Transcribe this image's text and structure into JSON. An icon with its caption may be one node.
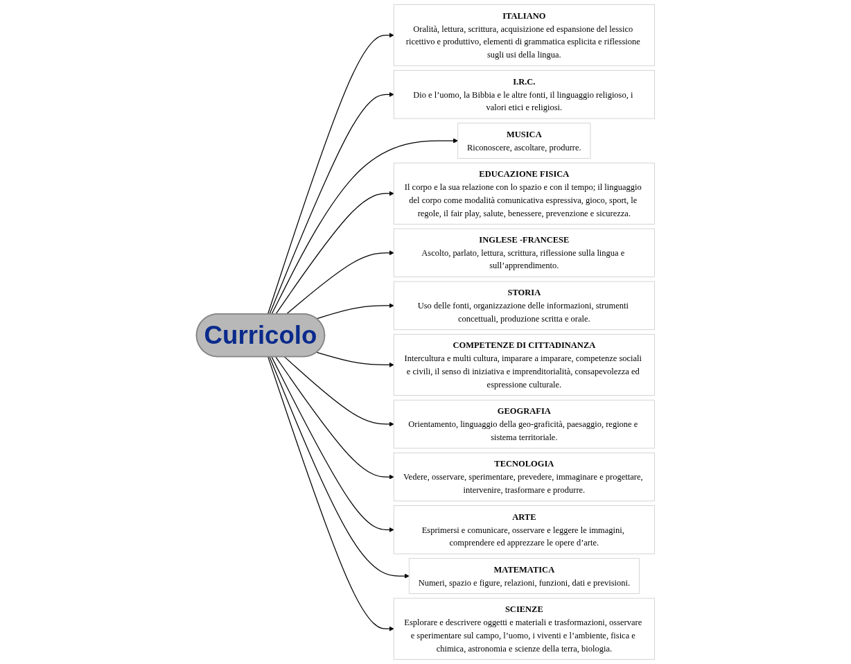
{
  "diagram": {
    "nodes": [
      {
        "text": [
          "Curricolo"
        ]
      },
      {
        "text": [
          "ITALIANO",
          "Oralità, lettura, scrittura, acquisizione ed espansione del lessico ricettivo e produttivo, elementi di grammatica esplicita e riflessione sugli usi della lingua."
        ]
      },
      {
        "text": [
          "I.R.C.",
          "Dio e l’uomo, la Bibbia e le altre fonti, il linguaggio religioso, i valori etici e religiosi."
        ]
      },
      {
        "text": [
          "MUSICA",
          "Riconoscere, ascoltare, produrre."
        ]
      },
      {
        "text": [
          "EDUCAZIONE FISICA",
          "Il corpo e la sua relazione con lo spazio e con il tempo; il linguaggio del corpo come modalità comunicativa espressiva, gioco, sport, le regole, il fair play, salute, benessere, prevenzione e sicurezza."
        ]
      },
      {
        "text": [
          "INGLESE -FRANCESE",
          "Ascolto, parlato, lettura, scrittura, riflessione sulla lingua e sull’apprendimento."
        ]
      },
      {
        "text": [
          "STORIA",
          "Uso delle fonti, organizzazione delle informazioni, strumenti concettuali, produzione scritta e orale."
        ]
      },
      {
        "text": [
          "COMPETENZE DI CITTADINANZA",
          "Intercultura e multi cultura, imparare a imparare, competenze sociali e civili, il senso di iniziativa e imprenditorialità, consapevolezza ed espressione culturale."
        ]
      },
      {
        "text": [
          "GEOGRAFIA",
          "Orientamento, linguaggio della geo-graficità, paesaggio, regione e sistema territoriale."
        ]
      },
      {
        "text": [
          "TECNOLOGIA",
          "Vedere, osservare, sperimentare, prevedere, immaginare e progettare, intervenire, trasformare e produrre."
        ]
      },
      {
        "text": [
          "ARTE",
          "Esprimersi e comunicare, osservare e leggere le immagini, comprendere ed apprezzare le opere d’arte."
        ]
      },
      {
        "text": [
          "MATEMATICA",
          "Numeri, spazio e figure, relazioni, funzioni, dati e previsioni."
        ]
      },
      {
        "text": [
          "SCIENZE",
          "Esplorare e descrivere oggetti e materiali e trasformazioni, osservare e sperimentare sul campo, l’uomo, i viventi e l’ambiente, fisica e chimica, astronomia e scienze della terra, biologia."
        ]
      }
    ],
    "edges": [
      {
        "from": 0,
        "to": 1,
        "arrow": "to"
      },
      {
        "from": 0,
        "to": 2,
        "arrow": "to"
      },
      {
        "from": 0,
        "to": 3,
        "arrow": "to"
      },
      {
        "from": 0,
        "to": 4,
        "arrow": "to"
      },
      {
        "from": 0,
        "to": 5,
        "arrow": "to"
      },
      {
        "from": 0,
        "to": 6,
        "arrow": "to"
      },
      {
        "from": 0,
        "to": 7,
        "arrow": "to"
      },
      {
        "from": 0,
        "to": 8,
        "arrow": "to"
      },
      {
        "from": 0,
        "to": 9,
        "arrow": "to"
      },
      {
        "from": 0,
        "to": 10,
        "arrow": "to"
      },
      {
        "from": 0,
        "to": 11,
        "arrow": "to"
      },
      {
        "from": 0,
        "to": 12,
        "arrow": "to"
      }
    ]
  }
}
